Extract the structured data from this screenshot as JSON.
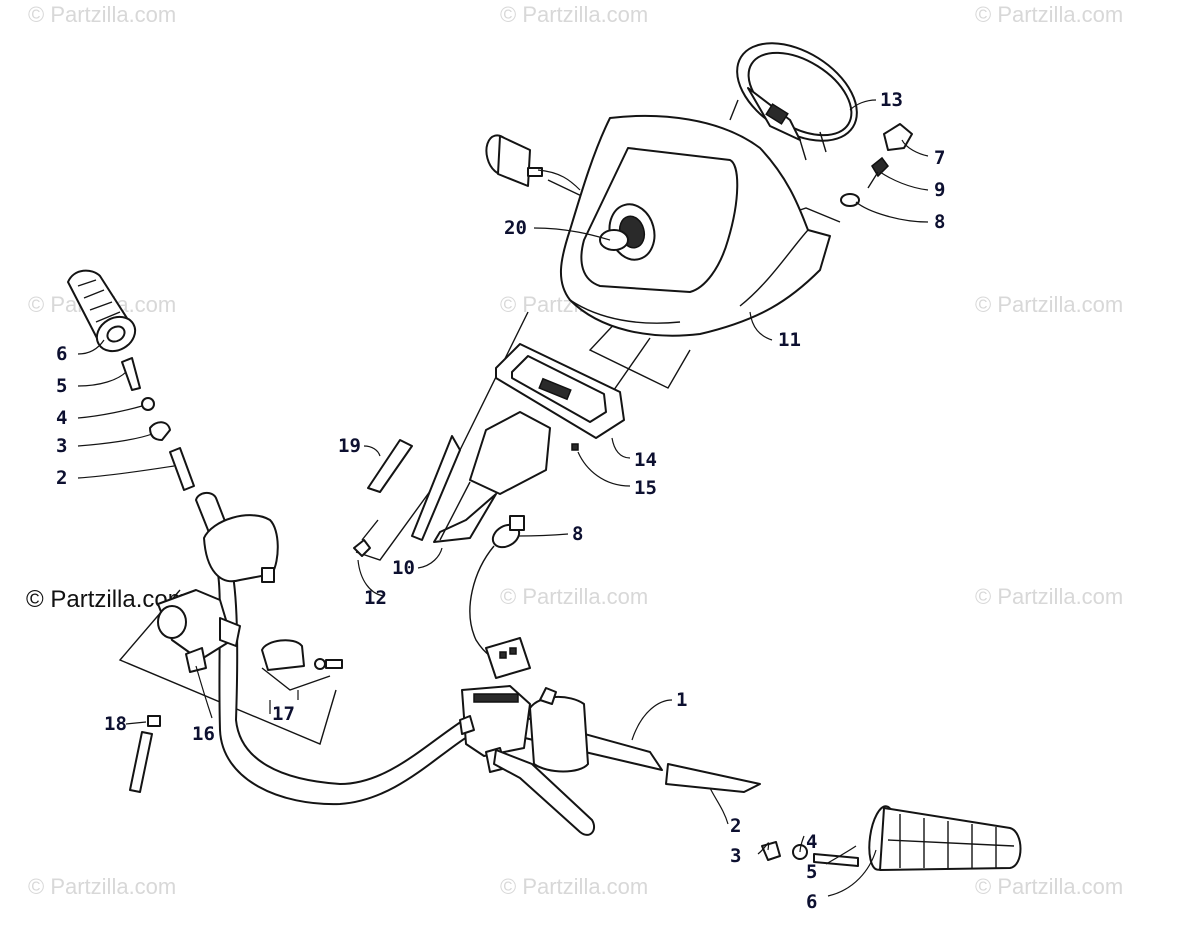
{
  "watermark": {
    "text": "© Partzilla.com",
    "main_text": "© Partzilla.com"
  },
  "callouts": [
    {
      "id": "c13",
      "label": "13"
    },
    {
      "id": "c7",
      "label": "7"
    },
    {
      "id": "c9",
      "label": "9"
    },
    {
      "id": "c8a",
      "label": "8"
    },
    {
      "id": "c20",
      "label": "20"
    },
    {
      "id": "c11",
      "label": "11"
    },
    {
      "id": "c6a",
      "label": "6"
    },
    {
      "id": "c5a",
      "label": "5"
    },
    {
      "id": "c4a",
      "label": "4"
    },
    {
      "id": "c3a",
      "label": "3"
    },
    {
      "id": "c2a",
      "label": "2"
    },
    {
      "id": "c19",
      "label": "19"
    },
    {
      "id": "c14",
      "label": "14"
    },
    {
      "id": "c15",
      "label": "15"
    },
    {
      "id": "c8b",
      "label": "8"
    },
    {
      "id": "c10",
      "label": "10"
    },
    {
      "id": "c12",
      "label": "12"
    },
    {
      "id": "c1",
      "label": "1"
    },
    {
      "id": "c17",
      "label": "17"
    },
    {
      "id": "c16",
      "label": "16"
    },
    {
      "id": "c18",
      "label": "18"
    },
    {
      "id": "c2b",
      "label": "2"
    },
    {
      "id": "c3b",
      "label": "3"
    },
    {
      "id": "c4b",
      "label": "4"
    },
    {
      "id": "c5b",
      "label": "5"
    },
    {
      "id": "c6b",
      "label": "6"
    }
  ]
}
